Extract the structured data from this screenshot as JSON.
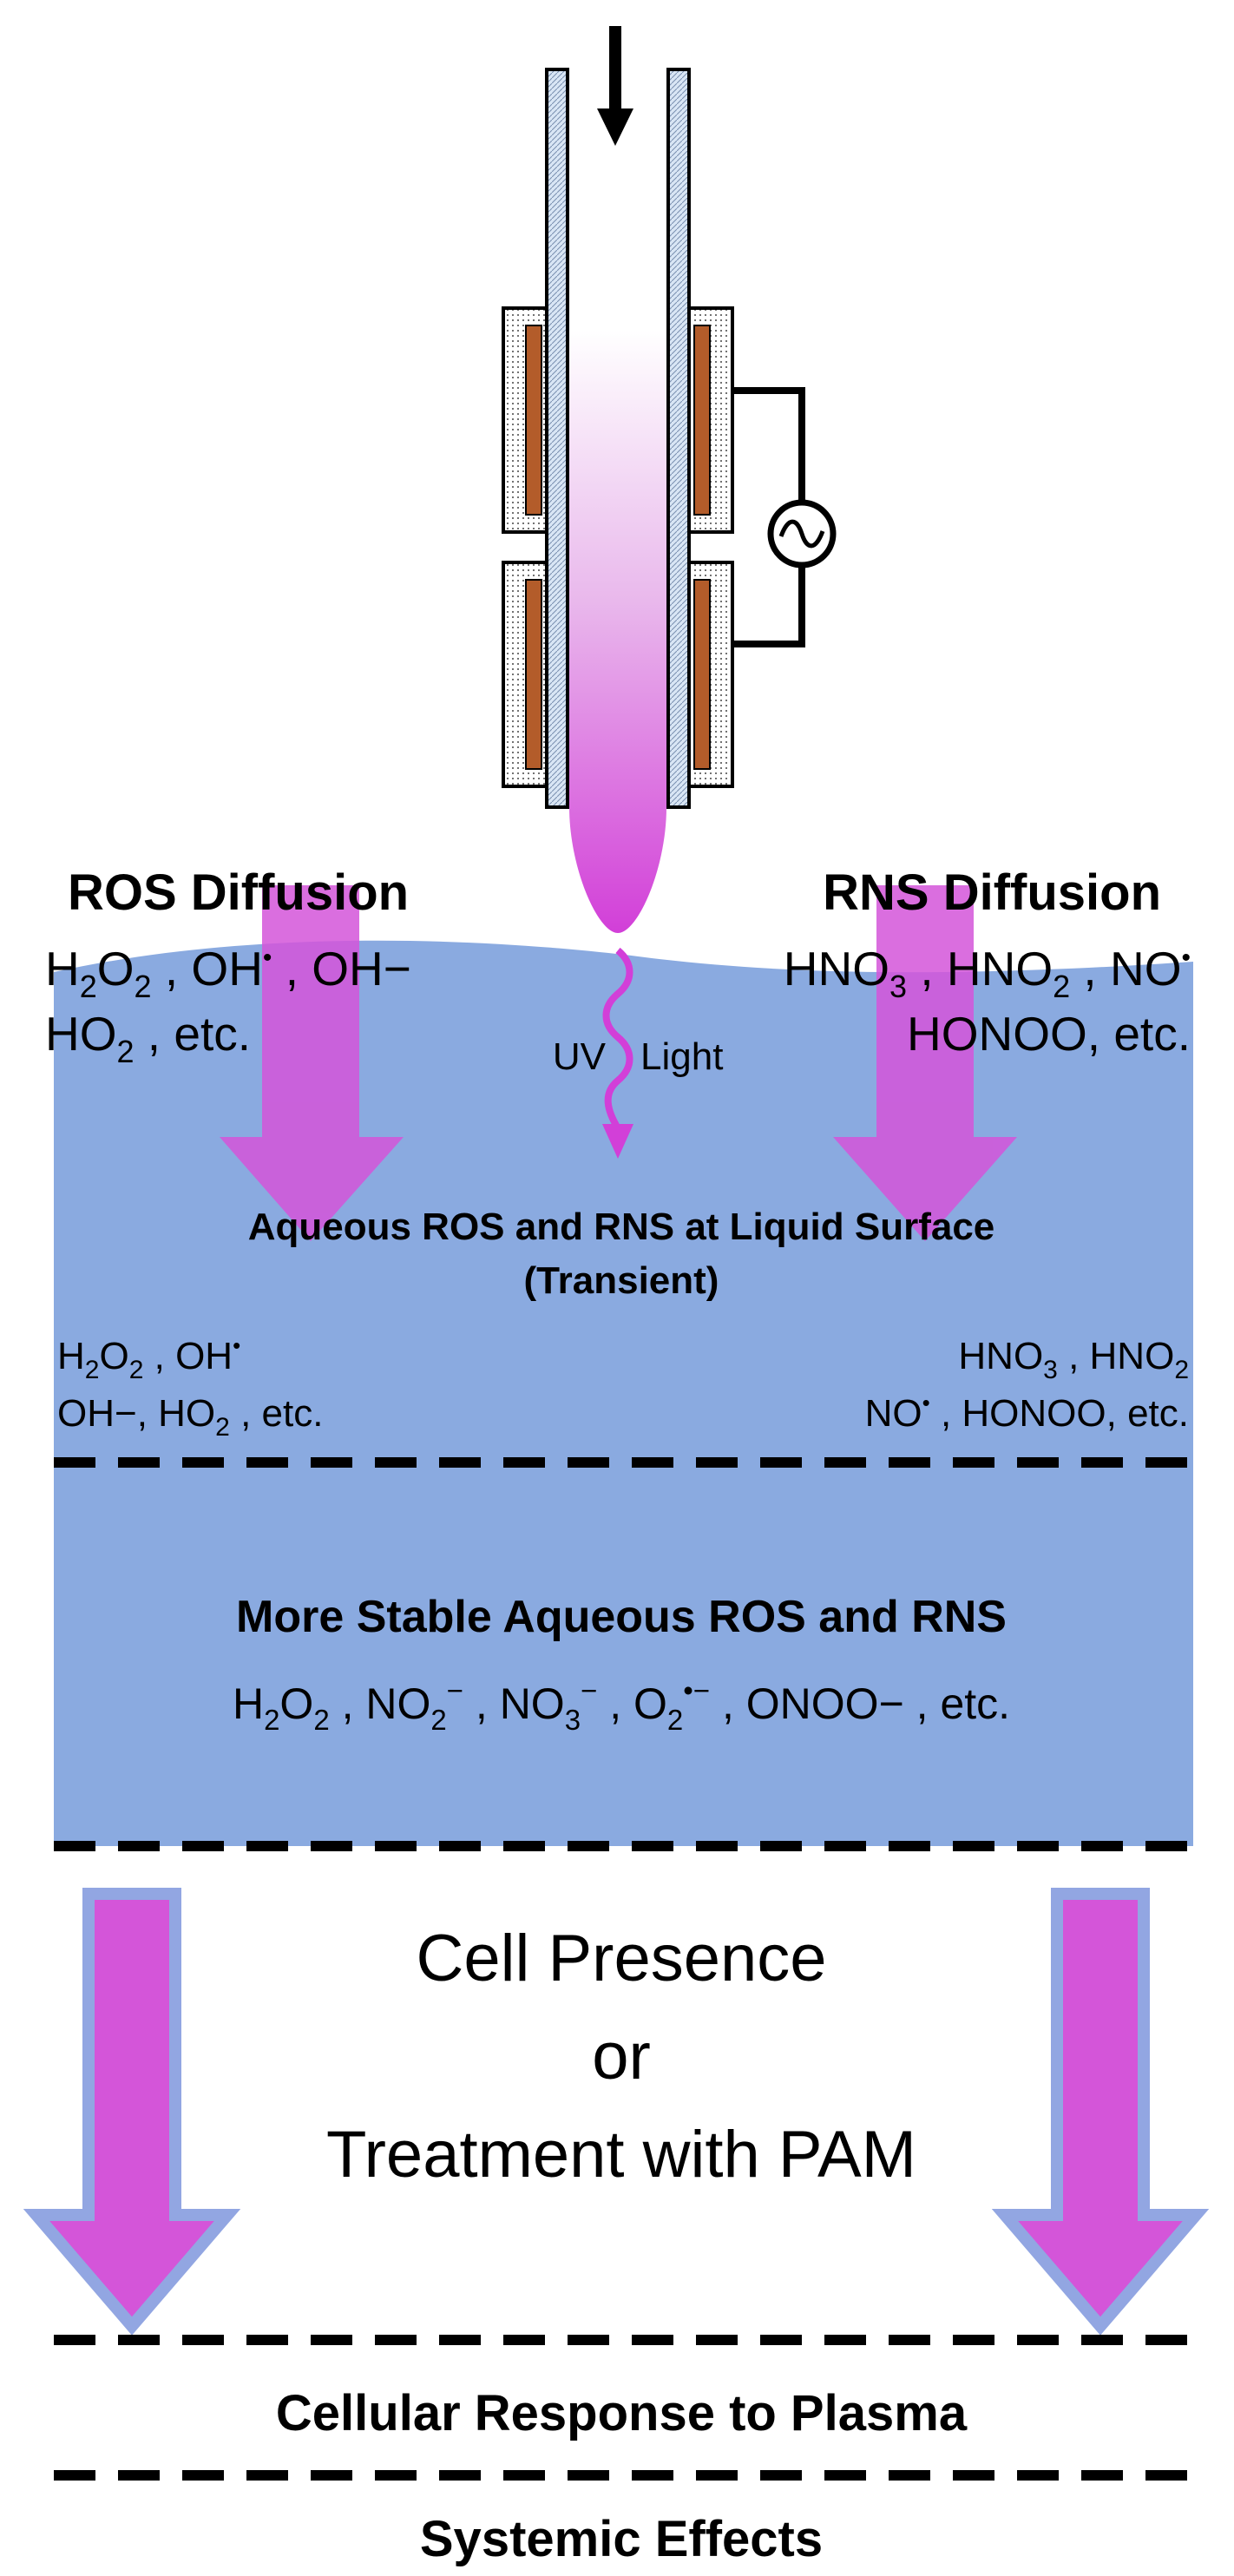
{
  "ros_diffusion": {
    "title": "ROS Diffusion",
    "line1": {
      "h": "H",
      "s1": "2",
      "o": "O",
      "s2": "2",
      "rest": " , OH",
      "dot": "•",
      "tail": " , OH−"
    },
    "line2": {
      "a": "HO",
      "s": "2",
      "b": " , etc."
    }
  },
  "rns_diffusion": {
    "title": "RNS Diffusion",
    "line1": {
      "a": "HNO",
      "s1": "3",
      "b": " , HNO",
      "s2": "2",
      "c": " , NO",
      "dot": "•"
    },
    "line2": "HONOO, etc."
  },
  "uv_light": {
    "uv": "UV",
    "light": "Light"
  },
  "surface": {
    "title": "Aqueous ROS and RNS at Liquid Surface",
    "subtitle": "(Transient)",
    "left_line1": {
      "h": "H",
      "s1": "2",
      "o": "O",
      "s2": "2",
      "rest": " , OH",
      "dot": "•"
    },
    "left_line2": {
      "a": "OH−, HO",
      "s": "2",
      "b": " , etc."
    },
    "right_line1": {
      "a": "HNO",
      "s1": "3",
      "b": " , HNO",
      "s2": "2"
    },
    "right_line2": {
      "a": "NO",
      "dot": "•",
      "b": " , HONOO, etc."
    }
  },
  "stable": {
    "title": "More Stable Aqueous ROS and RNS",
    "species": {
      "h": "H",
      "s1": "2",
      "o": "O",
      "s2": "2",
      "no2": " , NO",
      "no2_sub": "2",
      "no2_sup": "−",
      "no3": " , NO",
      "no3_sub": "3",
      "no3_sup": "−",
      "o2": " , O",
      "o2_sub": "2",
      "o2_sup": "•−",
      "tail": " , ONOO− , etc."
    }
  },
  "middle": {
    "line1": "Cell Presence",
    "line2": "or",
    "line3": "Treatment with PAM"
  },
  "cellular": "Cellular Response to Plasma",
  "systemic": "Systemic Effects",
  "colors": {
    "liquid": "#8aaae0",
    "arrow": "#d455d9",
    "arrow_outline": "#92a6e2",
    "plasma": "#d23fd8",
    "electrode": "#b35c2a"
  }
}
